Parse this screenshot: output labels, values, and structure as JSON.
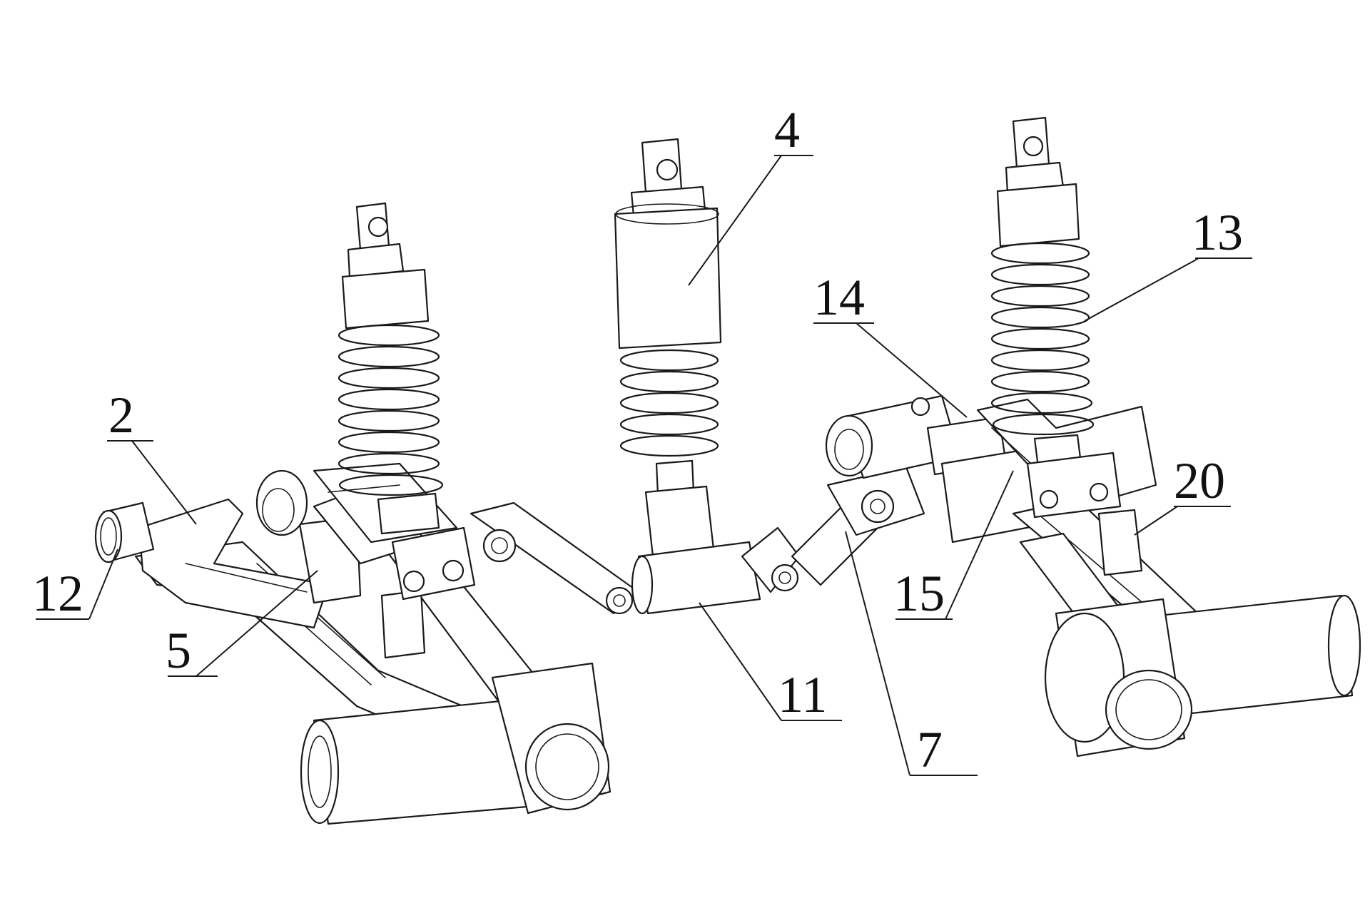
{
  "figure": {
    "labels": [
      {
        "id": "label-2",
        "text": "2"
      },
      {
        "id": "label-4",
        "text": "4"
      },
      {
        "id": "label-5",
        "text": "5"
      },
      {
        "id": "label-7",
        "text": "7"
      },
      {
        "id": "label-11",
        "text": "11"
      },
      {
        "id": "label-12",
        "text": "12"
      },
      {
        "id": "label-13",
        "text": "13"
      },
      {
        "id": "label-14",
        "text": "14"
      },
      {
        "id": "label-15",
        "text": "15"
      },
      {
        "id": "label-20",
        "text": "20"
      }
    ]
  }
}
